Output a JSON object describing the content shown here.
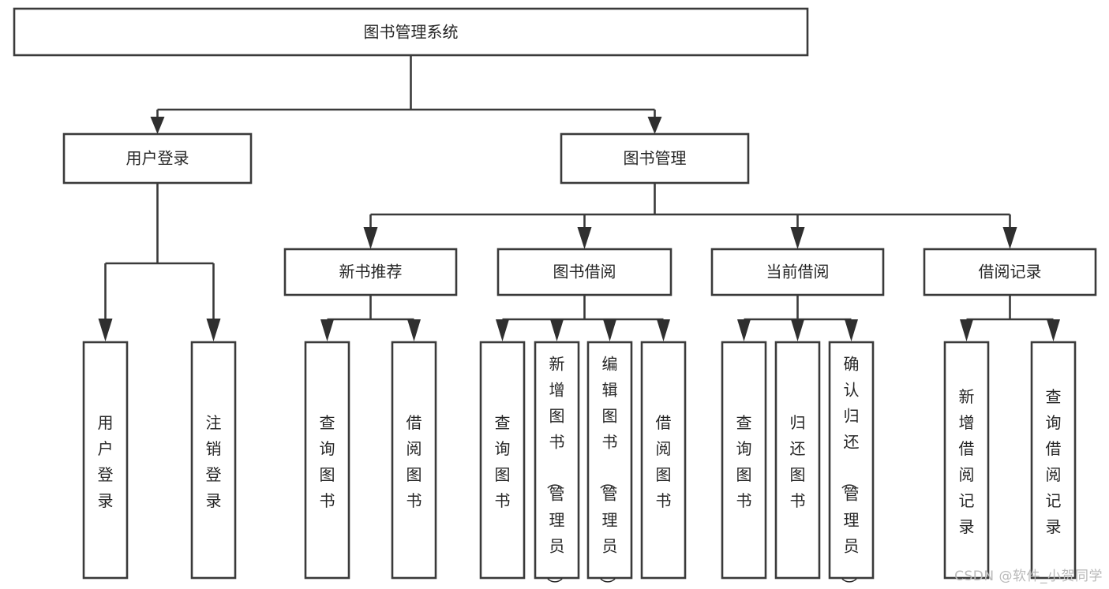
{
  "diagram": {
    "title": "图书管理系统",
    "type": "tree",
    "watermark": "CSDN @软件_小贺同学",
    "colors": {
      "box_stroke": "#3a3a3a",
      "box_fill": "#ffffff",
      "text": "#262626",
      "connector": "#3a3a3a",
      "watermark": "#b9b9b9",
      "background": "#ffffff"
    },
    "root": {
      "label": "图书管理系统",
      "orientation": "horizontal"
    },
    "level2": [
      {
        "label": "用户登录",
        "orientation": "horizontal"
      },
      {
        "label": "图书管理",
        "orientation": "horizontal"
      }
    ],
    "level3": [
      {
        "label": "新书推荐",
        "orientation": "horizontal"
      },
      {
        "label": "图书借阅",
        "orientation": "horizontal"
      },
      {
        "label": "当前借阅",
        "orientation": "horizontal"
      },
      {
        "label": "借阅记录",
        "orientation": "horizontal"
      }
    ],
    "leaves": {
      "user_login": [
        {
          "label": "用户登录",
          "orientation": "vertical"
        },
        {
          "label": "注销登录",
          "orientation": "vertical"
        }
      ],
      "new_book_recommend": [
        {
          "label": "查询图书",
          "orientation": "vertical"
        },
        {
          "label": "借阅图书",
          "orientation": "vertical"
        }
      ],
      "book_borrow": [
        {
          "label": "查询图书",
          "orientation": "vertical"
        },
        {
          "label": "新增图书（管理员）",
          "orientation": "vertical"
        },
        {
          "label": "编辑图书（管理员）",
          "orientation": "vertical"
        },
        {
          "label": "借阅图书",
          "orientation": "vertical"
        }
      ],
      "current_borrow": [
        {
          "label": "查询图书",
          "orientation": "vertical"
        },
        {
          "label": "归还图书",
          "orientation": "vertical"
        },
        {
          "label": "确认归还（管理员）",
          "orientation": "vertical"
        }
      ],
      "borrow_record": [
        {
          "label": "新增借阅记录",
          "orientation": "vertical"
        },
        {
          "label": "查询借阅记录",
          "orientation": "vertical"
        }
      ]
    }
  }
}
